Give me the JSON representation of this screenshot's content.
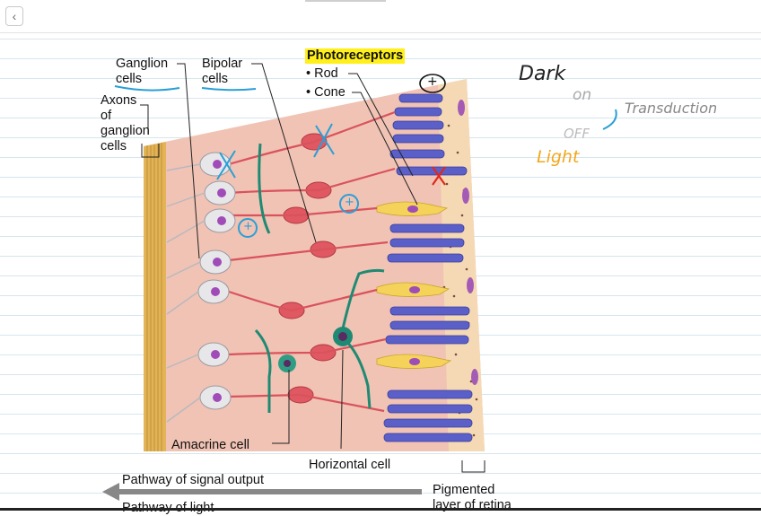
{
  "toolbar": {
    "back_icon": "chevron-left-icon",
    "back_glyph": "‹"
  },
  "figure": {
    "labels": {
      "ganglion": "Ganglion\ncells",
      "bipolar": "Bipolar\ncells",
      "axons": "Axons\nof\nganglion\ncells",
      "photoreceptors": "Photoreceptors",
      "rod": "• Rod",
      "cone": "• Cone",
      "amacrine": "Amacrine cell",
      "horizontal": "Horizontal cell",
      "pigmented": "Pigmented\nlayer of retina",
      "pathway_output": "Pathway of signal output",
      "pathway_light": "Pathway of light"
    }
  },
  "annotations": {
    "dark": "Dark",
    "on": "on",
    "transduction": "Transduction",
    "off": "OFF",
    "light": "Light",
    "plus": "+"
  },
  "colors": {
    "pen_blue": "#2a9fd6",
    "pen_red": "#e0281c",
    "pen_orange": "#f2a71b",
    "pen_dark": "#222222",
    "highlight": "#ffef1a"
  }
}
